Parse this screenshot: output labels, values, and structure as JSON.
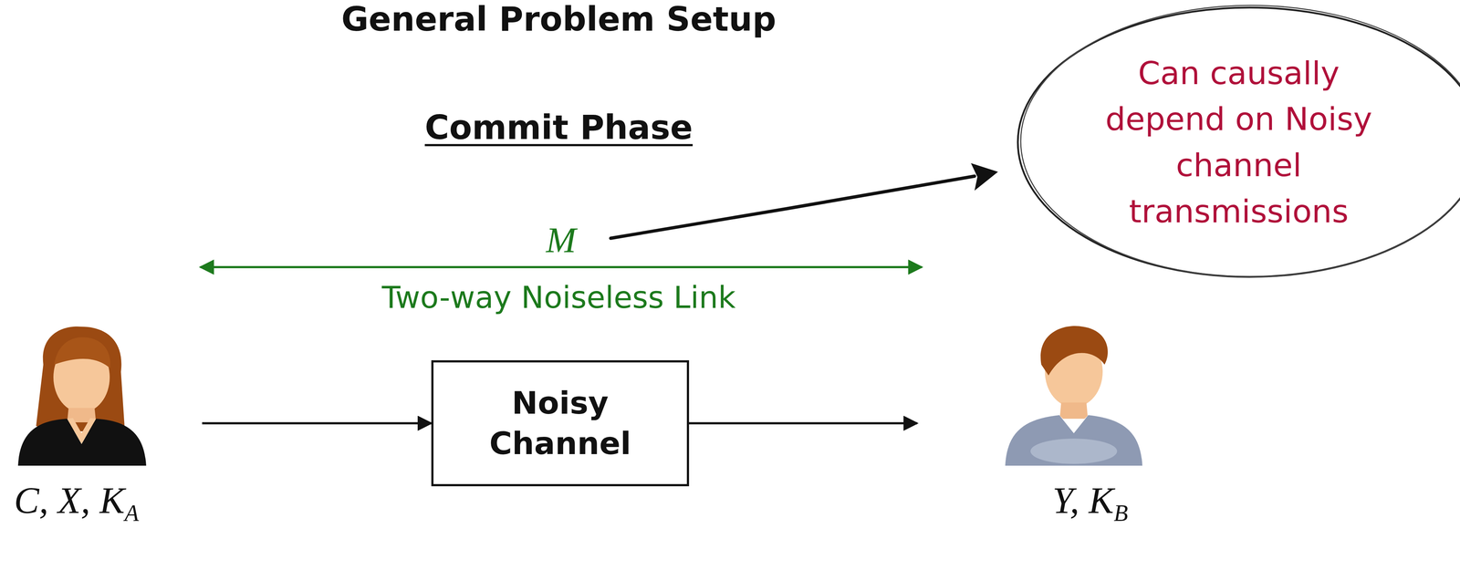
{
  "diagram": {
    "title": "General Problem Setup",
    "nodes": [
      {
        "text": [
          "C, X, KA"
        ]
      },
      {
        "text": [
          "Noisy Channel"
        ]
      },
      {
        "text": [
          "Y, KB"
        ]
      },
      {
        "text": [
          "Can causally depend on Noisy channel transmissions"
        ]
      }
    ],
    "edges": [
      {
        "from": 0,
        "to": 1,
        "arrow": "to"
      },
      {
        "from": 1,
        "to": 2,
        "arrow": "to"
      },
      {
        "from": 0,
        "to": 2,
        "label": "M",
        "arrow": "both"
      }
    ],
    "labels": [
      "Commit Phase",
      "Two-way Noiseless Link"
    ]
  }
}
